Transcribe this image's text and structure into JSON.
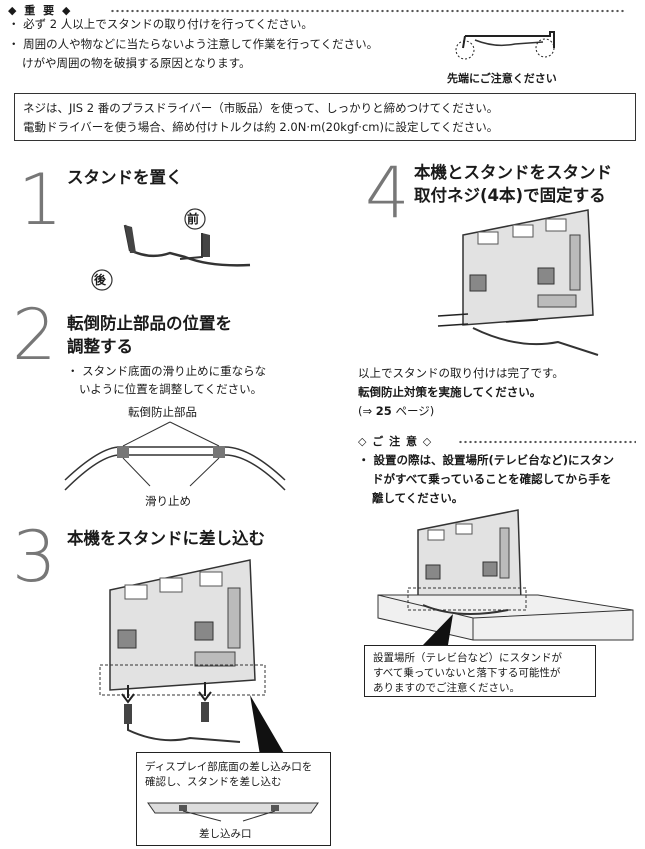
{
  "important": {
    "heading": "◆ 重 要 ◆",
    "bullets": [
      "・ 必ず 2 人以上でスタンドの取り付けを行ってください。",
      "・ 周囲の人や物などに当たらないよう注意して作業を行ってください。",
      "けがや周囲の物を破損する原因となります。"
    ],
    "caution_caption": "先端にご注意ください"
  },
  "screw_box": {
    "line1": "ネジは、JIS 2 番のプラスドライバー（市販品）を使って、しっかりと締めつけてください。",
    "line2": "電動ドライバーを使う場合、締め付けトルクは約 2.0N·m(20kgf·cm)に設定してください。"
  },
  "steps": [
    {
      "number": "1",
      "title_lines": [
        "スタンドを置く"
      ],
      "label_front": "前",
      "label_back": "後"
    },
    {
      "number": "2",
      "title_lines": [
        "転倒防止部品の位置を",
        "調整する"
      ],
      "notes": [
        "・ スタンド底面の滑り止めに重ならな",
        "いように位置を調整してください。"
      ],
      "label_top": "転倒防止部品",
      "label_bottom": "滑り止め"
    },
    {
      "number": "3",
      "title_lines": [
        "本機をスタンドに差し込む"
      ],
      "callout_lines": [
        "ディスプレイ部底面の差し込み口を",
        "確認し、スタンドを差し込む"
      ],
      "callout_label": "差し込み口"
    },
    {
      "number": "4",
      "title_lines": [
        "本機とスタンドをスタンド",
        "取付ネジ(4本)で固定する"
      ]
    }
  ],
  "completion": {
    "line1": "以上でスタンドの取り付けは完了です。",
    "line2": "転倒防止対策を実施してください。",
    "line3_prefix": "(⇒ ",
    "line3_page": "25",
    "line3_suffix": " ページ)"
  },
  "caution": {
    "heading": "◇ ご 注 意 ◇",
    "lines": [
      "・ 設置の際は、設置場所(テレビ台など)にスタン",
      "ドがすべて乗っていることを確認してから手を",
      "離してください。"
    ],
    "box_lines": [
      "設置場所（テレビ台など）にスタンドが",
      "すべて乗っていないと落下する可能性が",
      "ありますのでご注意ください。"
    ]
  },
  "colors": {
    "ink": "#1a1a1a",
    "step_number": "#777777",
    "tv_fill": "#e2e2e2",
    "tv_dark": "#555555"
  }
}
